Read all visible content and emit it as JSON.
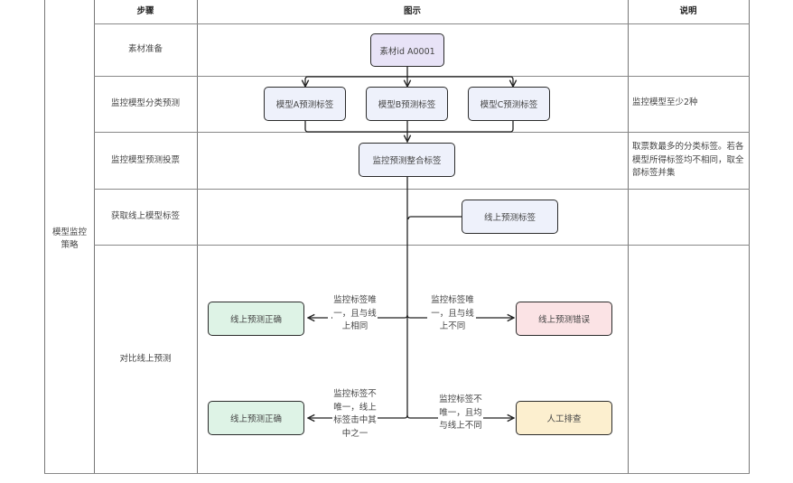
{
  "table": {
    "headers": {
      "step": "步骤",
      "diagram": "图示",
      "note": "说明"
    },
    "group_label": "模型监控策略",
    "rows": [
      {
        "step": "素材准备",
        "note": ""
      },
      {
        "step": "监控模型分类预测",
        "note": "监控模型至少2种"
      },
      {
        "step": "监控模型预测投票",
        "note": "取票数最多的分类标签。若各模型所得标签均不相同，取全部标签并集"
      },
      {
        "step": "获取线上模型标签",
        "note": ""
      },
      {
        "step": "对比线上预测",
        "note": ""
      }
    ]
  },
  "colors": {
    "purple_fill": "#e8e3f7",
    "blue_fill": "#eef1fb",
    "green_fill": "#def3e6",
    "red_fill": "#fbe3e5",
    "yellow_fill": "#fcefcf"
  },
  "nodes": {
    "material": "素材id A0001",
    "model_a": "模型A预测标签",
    "model_b": "模型B预测标签",
    "model_c": "模型C预测标签",
    "merged": "监控预测整合标签",
    "online": "线上预测标签",
    "correct_1": "线上预测正确",
    "wrong": "线上预测错误",
    "correct_2": "线上预测正确",
    "manual": "人工排查"
  },
  "edge_labels": {
    "unique_same": "监控标签唯一，且与线上相同",
    "unique_diff": "监控标签唯一，且与线上不同",
    "multi_hit": "监控标签不唯一，线上标签击中其中之一",
    "multi_miss": "监控标签不唯一，且均与线上不同"
  }
}
